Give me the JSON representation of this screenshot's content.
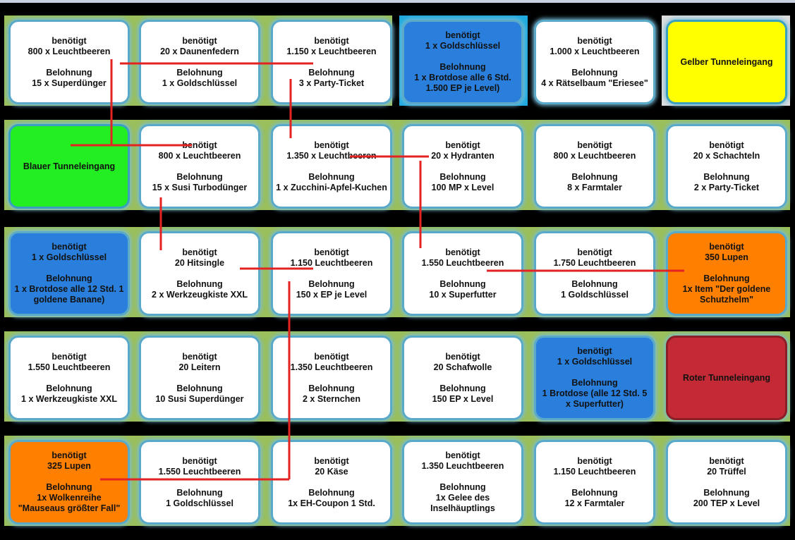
{
  "labels": {
    "needs": "benötigt",
    "reward": "Belohnung"
  },
  "colors": {
    "line": "#e52222",
    "tile_border": "#5aa9c8",
    "blue": "#2a7fdc",
    "green": "#22ee22",
    "yellow": "#ffff00",
    "orange": "#ff7f00",
    "red": "#c32a35"
  },
  "rows": [
    [
      {
        "type": "quest",
        "color": "white",
        "need": "800 x Leuchtbeeren",
        "reward": "15 x Superdünger"
      },
      {
        "type": "quest",
        "color": "white",
        "need": "20 x Daunenfedern",
        "reward": "1 x Goldschlüssel"
      },
      {
        "type": "quest",
        "color": "white",
        "need": "1.150 x Leuchtbeeren",
        "reward": "3 x Party-Ticket"
      },
      {
        "type": "quest",
        "color": "blue",
        "need": "1 x Goldschlüssel",
        "reward": "1 x Brotdose alle 6 Std. 1.500 EP je Level)"
      },
      {
        "type": "quest",
        "color": "white",
        "need": "1.000 x Leuchtbeeren",
        "reward": "4 x Rätselbaum \"Eriesee\""
      },
      {
        "type": "label",
        "color": "yellow",
        "text": "Gelber Tunneleingang"
      }
    ],
    [
      {
        "type": "label",
        "color": "green",
        "text": "Blauer Tunneleingang"
      },
      {
        "type": "quest",
        "color": "white",
        "need": "800 x Leuchtbeeren",
        "reward": "15 x Susi Turbodünger"
      },
      {
        "type": "quest",
        "color": "white",
        "need": "1.350 x Leuchtbeeren",
        "reward": "1 x Zucchini-Apfel-Kuchen"
      },
      {
        "type": "quest",
        "color": "white",
        "need": "20 x Hydranten",
        "reward": "100 MP x Level"
      },
      {
        "type": "quest",
        "color": "white",
        "need": "800 x Leuchtbeeren",
        "reward": "8 x Farmtaler"
      },
      {
        "type": "quest",
        "color": "white",
        "need": "20 x Schachteln",
        "reward": "2 x Party-Ticket"
      }
    ],
    [
      {
        "type": "quest",
        "color": "blue",
        "need": "1 x Goldschlüssel",
        "reward": "1 x Brotdose alle 12 Std. 1 goldene Banane)"
      },
      {
        "type": "quest",
        "color": "white",
        "need": "20 Hitsingle",
        "reward": "2 x Werkzeugkiste XXL"
      },
      {
        "type": "quest",
        "color": "white",
        "need": "1.150 Leuchtbeeren",
        "reward": "150 x EP je Level"
      },
      {
        "type": "quest",
        "color": "white",
        "need": "1.550 Leuchtbeeren",
        "reward": "10 x Superfutter"
      },
      {
        "type": "quest",
        "color": "white",
        "need": "1.750 Leuchtbeeren",
        "reward": "1 Goldschlüssel"
      },
      {
        "type": "quest",
        "color": "orange",
        "need": "350 Lupen",
        "reward": "1x Item \"Der goldene Schutzhelm\""
      }
    ],
    [
      {
        "type": "quest",
        "color": "white",
        "need": "1.550 Leuchtbeeren",
        "reward": "1 x Werkzeugkiste XXL"
      },
      {
        "type": "quest",
        "color": "white",
        "need": "20 Leitern",
        "reward": "10 Susi Superdünger"
      },
      {
        "type": "quest",
        "color": "white",
        "need": "1.350 Leuchtbeeren",
        "reward": "2 x Sternchen"
      },
      {
        "type": "quest",
        "color": "white",
        "need": "20 Schafwolle",
        "reward": "150 EP x Level"
      },
      {
        "type": "quest",
        "color": "blue",
        "need": "1 x Goldschlüssel",
        "reward": "1 Brotdose (alle 12 Std. 5 x Superfutter)"
      },
      {
        "type": "label",
        "color": "red",
        "text": "Roter Tunneleingang"
      }
    ],
    [
      {
        "type": "quest",
        "color": "orange",
        "need": "325 Lupen",
        "reward": "1x Wolkenreihe \"Mauseaus größter Fall\""
      },
      {
        "type": "quest",
        "color": "white",
        "need": "1.550 Leuchtbeeren",
        "reward": "1 Goldschlüssel"
      },
      {
        "type": "quest",
        "color": "white",
        "need": "20 Käse",
        "reward": "1x EH-Coupon 1 Std."
      },
      {
        "type": "quest",
        "color": "white",
        "need": "1.350 Leuchtbeeren",
        "reward": "1x Gelee des Inselhäuptlings"
      },
      {
        "type": "quest",
        "color": "white",
        "need": "1.150 Leuchtbeeren",
        "reward": "12 x Farmtaler"
      },
      {
        "type": "quest",
        "color": "white",
        "need": "20 Trüffel",
        "reward": "200 TEP x Level"
      }
    ]
  ]
}
